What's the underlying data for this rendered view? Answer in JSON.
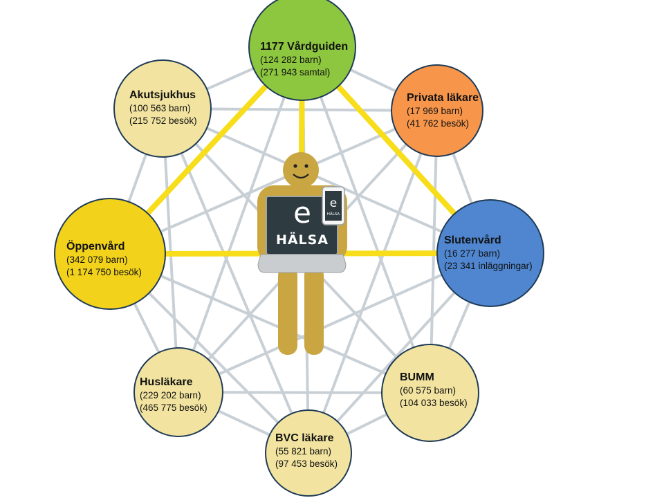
{
  "center": {
    "logo_letter": "e",
    "logo_text": "HÄLSA",
    "phone_letter": "e",
    "phone_text": "HÄLSA"
  },
  "nodes": [
    {
      "id": "1177",
      "title": "1177 Vårdguiden",
      "line1": "(124 282 barn)",
      "line2": "(271 943 samtal)",
      "color": "#8dc63f"
    },
    {
      "id": "privata",
      "title": "Privata läkare",
      "line1": "(17 969 barn)",
      "line2": "(41 762 besök)",
      "color": "#f7964a"
    },
    {
      "id": "slutenvard",
      "title": "Slutenvård",
      "line1": "(16 277 barn)",
      "line2": "(23 341 inläggningar)",
      "color": "#4f86cf"
    },
    {
      "id": "bumm",
      "title": "BUMM",
      "line1": "(60 575 barn)",
      "line2": "(104 033 besök)",
      "color": "#f2e4a0"
    },
    {
      "id": "bvc",
      "title": "BVC läkare",
      "line1": "(55 821 barn)",
      "line2": "(97 453 besök)",
      "color": "#f2e4a0"
    },
    {
      "id": "huslakare",
      "title": "Husläkare",
      "line1": "(229 202 barn)",
      "line2": "(465 775 besök)",
      "color": "#f2e4a0"
    },
    {
      "id": "oppenvard",
      "title": "Öppenvård",
      "line1": "(342 079 barn)",
      "line2": "(1 174 750 besök)",
      "color": "#f2d21b"
    },
    {
      "id": "akutsjukhus",
      "title": "Akutsjukhus",
      "line1": "(100 563 barn)",
      "line2": "(215 752 besök)",
      "color": "#f2e4a0"
    }
  ],
  "colors": {
    "grey_line": "#c8d0d6",
    "yellow_line": "#f7dd1a",
    "person": "#c9a642",
    "laptop_screen": "#2e3c42",
    "laptop_frame": "#c9cdd0"
  }
}
